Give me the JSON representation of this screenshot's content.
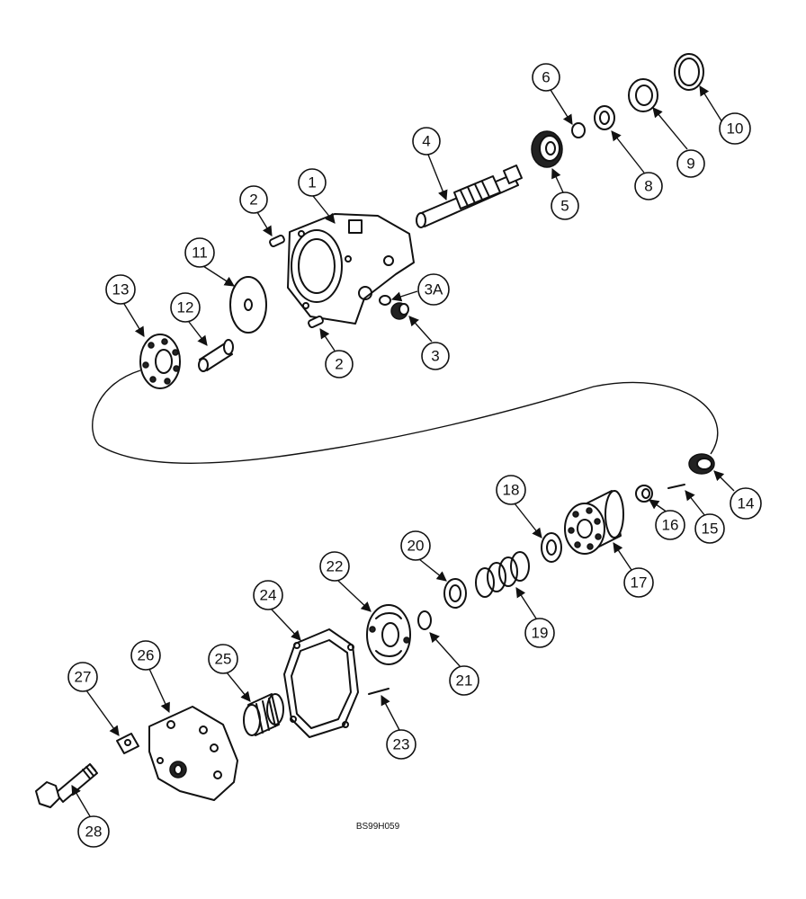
{
  "diagram": {
    "drawing_code": "BS99H059",
    "callouts": [
      "1",
      "2",
      "2",
      "3",
      "3A",
      "4",
      "5",
      "6",
      "8",
      "9",
      "10",
      "11",
      "12",
      "13",
      "14",
      "15",
      "16",
      "17",
      "18",
      "19",
      "20",
      "21",
      "22",
      "23",
      "24",
      "25",
      "26",
      "27",
      "28"
    ]
  }
}
